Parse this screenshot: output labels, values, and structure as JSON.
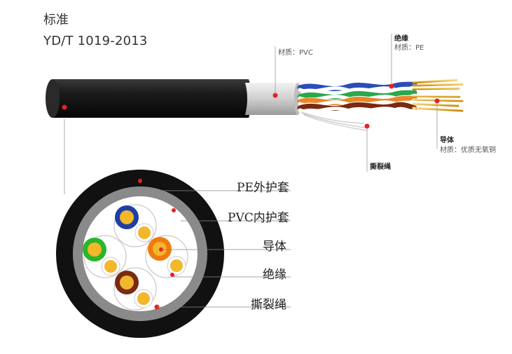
{
  "header": {
    "title": "标准",
    "subtitle": "YD/T 1019-2013"
  },
  "callouts": {
    "sheath_material": "材质：PVC",
    "insulation": "绝缘",
    "insulation_material": "材质：PE",
    "conductor": "导体",
    "conductor_material": "材质：优质无氧铜",
    "ripcord": "撕裂绳"
  },
  "cross_section_labels": [
    "PE外护套",
    "PVC内护套",
    "导体",
    "绝缘",
    "撕裂绳"
  ],
  "colors": {
    "outer_sheath": "#1a1a1a",
    "inner_sheath": "#8a8a8a",
    "blue": "#1f3fa6",
    "green": "#2ab52a",
    "orange": "#f07a10",
    "brown": "#7a2a10",
    "conductor": "#f2b72a",
    "marker": "#e82020"
  }
}
